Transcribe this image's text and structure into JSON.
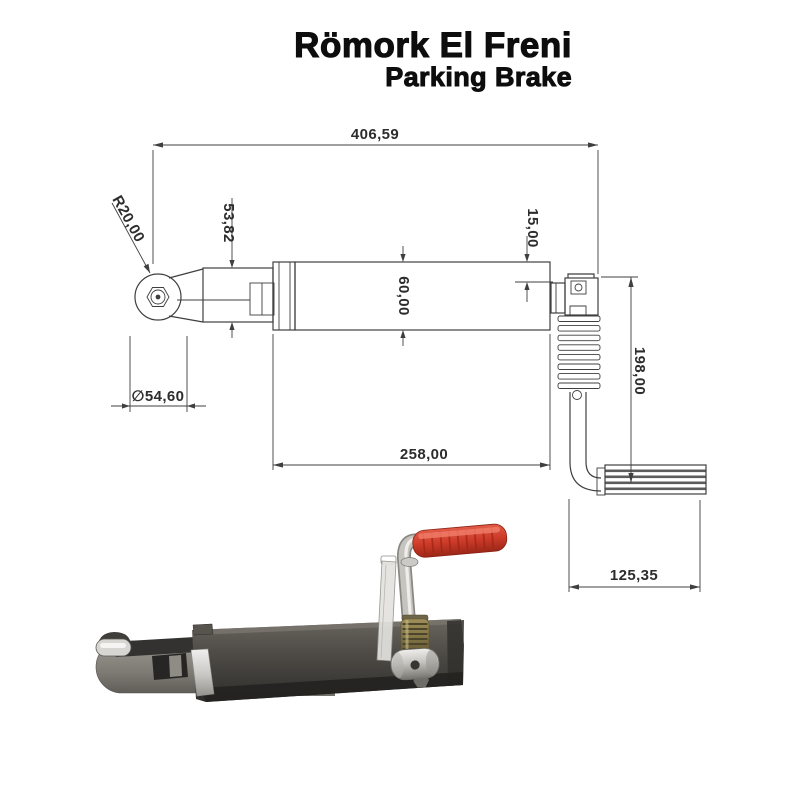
{
  "title": {
    "main": "Römork El Freni",
    "sub": "Parking Brake"
  },
  "drawing": {
    "dimensions": {
      "overall_length": "406,59",
      "eye_radius": "R20,00",
      "clevis_height": "53,82",
      "collar_offset": "15,00",
      "body_diameter": "60,00",
      "eye_diameter": "∅54,60",
      "body_length": "258,00",
      "crank_drop": "198,00",
      "grip_length": "125,35"
    },
    "line_color": "#3f3f3f",
    "text_color": "#2d2d2d"
  },
  "photo": {
    "subject": "trailer-parking-brake-product-render",
    "colors": {
      "body_dark": "#4a4742",
      "clevis_gray": "#85827c",
      "grip_red": "#cd3a28",
      "spring_brass": "#7d7042",
      "chrome": "#c6c4bf"
    }
  }
}
